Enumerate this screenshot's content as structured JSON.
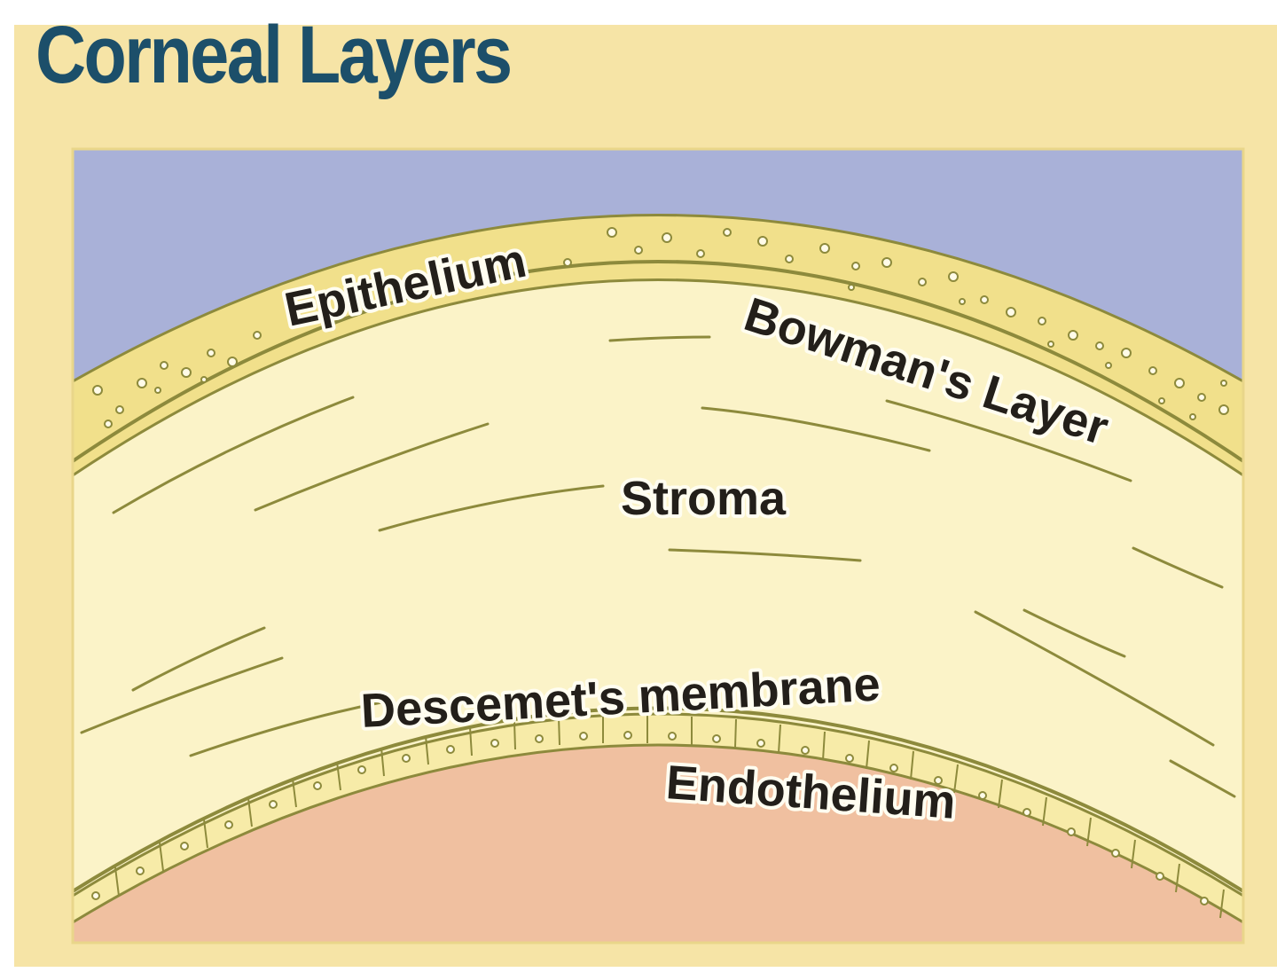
{
  "title": "Corneal Layers",
  "labels": {
    "epithelium": "Epithelium",
    "bowmans_layer": "Bowman's Layer",
    "stroma": "Stroma",
    "descemets_membrane": "Descemet's membrane",
    "endothelium": "Endothelium"
  },
  "colors": {
    "background": "#f6e4a6",
    "title": "#1c4f6a",
    "air": "#a9b1d8",
    "epithelium": "#f1e08b",
    "stroma": "#fbf3c8",
    "anterior_chamber": "#f0c0a0",
    "outline": "#8d8a3c"
  }
}
